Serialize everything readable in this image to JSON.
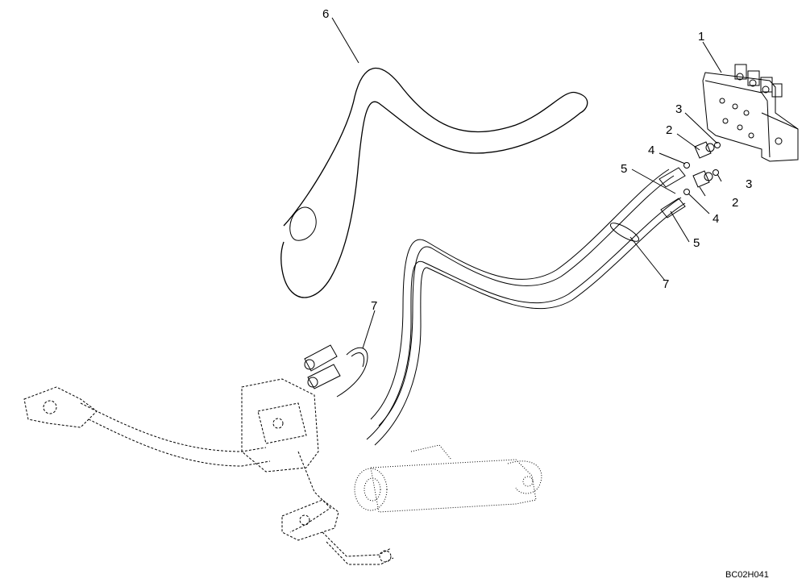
{
  "callouts": {
    "c1": "1",
    "c2a": "2",
    "c2b": "2",
    "c3a": "3",
    "c3b": "3",
    "c4a": "4",
    "c4b": "4",
    "c5a": "5",
    "c5b": "5",
    "c6": "6",
    "c7a": "7",
    "c7b": "7"
  },
  "drawing_code": "BC02H041"
}
